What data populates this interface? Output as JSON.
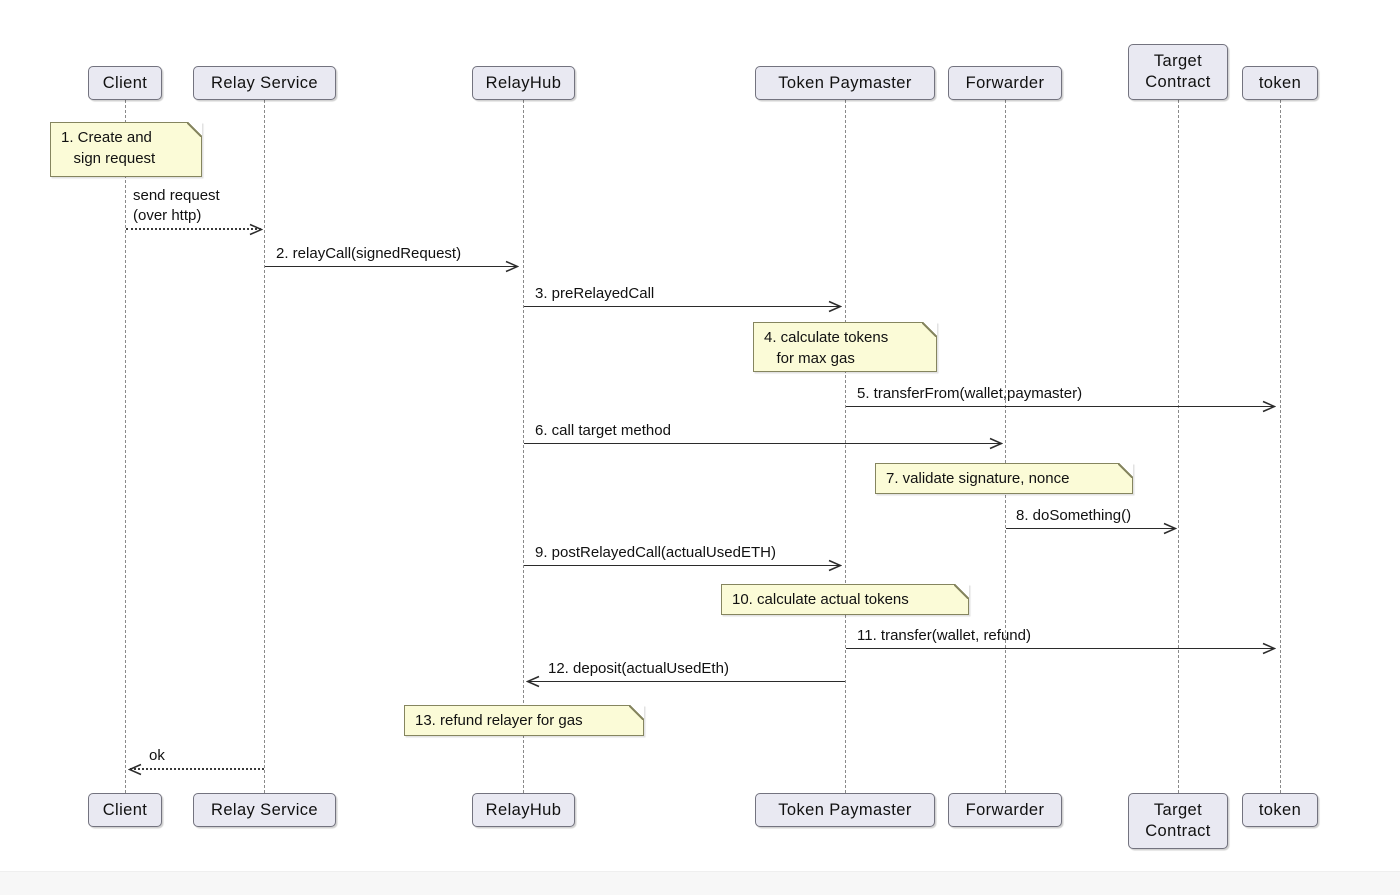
{
  "diagram": {
    "type": "sequence-diagram",
    "participants": {
      "client": "Client",
      "relay_service": "Relay Service",
      "relayhub": "RelayHub",
      "token_paymaster": "Token Paymaster",
      "forwarder": "Forwarder",
      "target_contract": "Target\nContract",
      "token": "token"
    },
    "messages": {
      "send_request": "send request\n(over http)",
      "m2": "2. relayCall(signedRequest)",
      "m3": "3. preRelayedCall",
      "m5": "5. transferFrom(wallet,paymaster)",
      "m6": "6. call target method",
      "m8": "8. doSomething()",
      "m9": "9. postRelayedCall(actualUsedETH)",
      "m11": "11. transfer(wallet, refund)",
      "m12": "12. deposit(actualUsedEth)",
      "ok": "ok"
    },
    "notes": {
      "n1": "1. Create and\n   sign request",
      "n4": "4. calculate tokens\n   for max gas",
      "n7": "7. validate signature, nonce",
      "n10": "10. calculate actual tokens",
      "n13": "13. refund relayer for gas"
    },
    "colors": {
      "participant_fill": "#E9E9F2",
      "participant_border": "#73737F",
      "note_fill": "#FBFBD7",
      "note_border": "#85855F",
      "arrow": "#2B2B2B",
      "lifeline": "#8A8A8A",
      "text": "#111111",
      "background": "#FFFFFF"
    }
  }
}
